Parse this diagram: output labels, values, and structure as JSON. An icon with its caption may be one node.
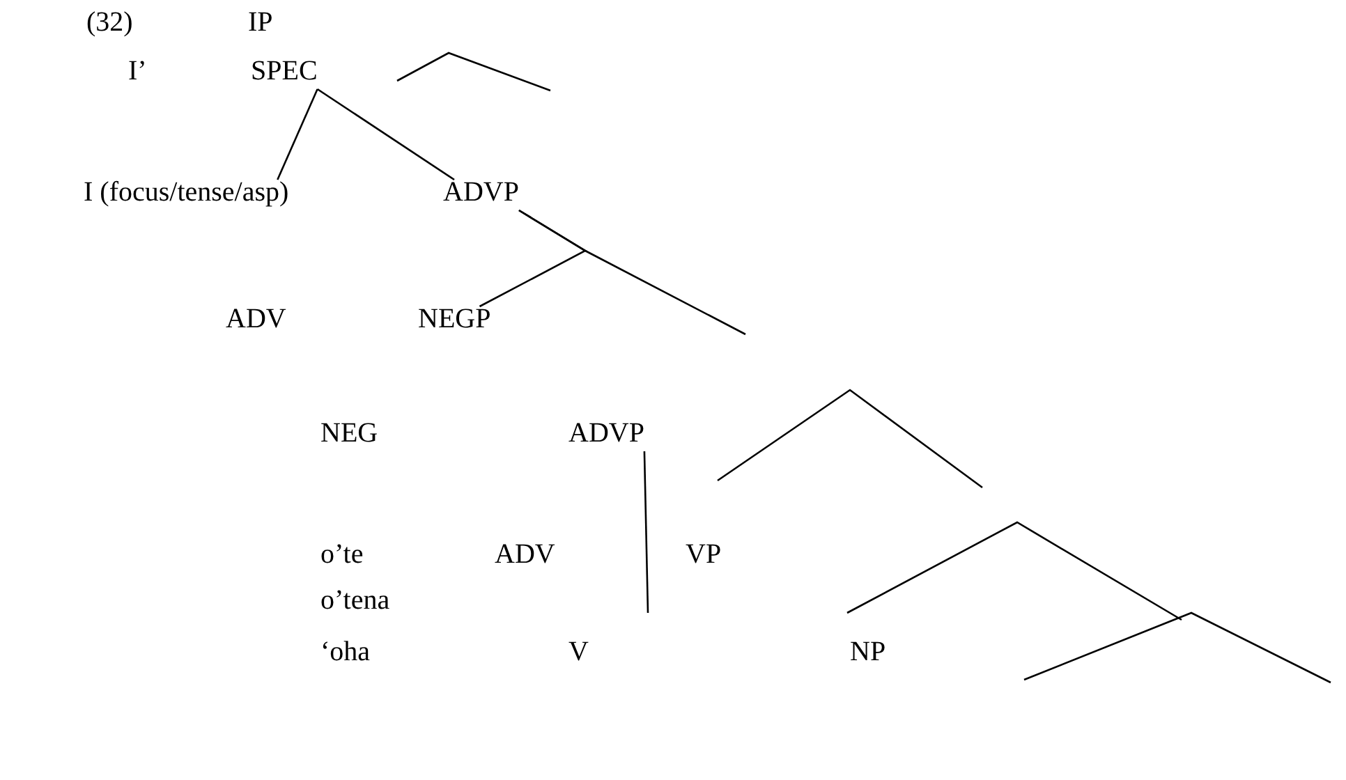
{
  "diagram": {
    "nodes": [
      {
        "text": [
          "IP"
        ]
      },
      {
        "text": [
          "I’"
        ]
      },
      {
        "text": [
          "SPEC"
        ]
      },
      {
        "text": [
          "I (focus/tense/asp)"
        ]
      },
      {
        "text": [
          "ADVP"
        ]
      },
      {
        "text": [
          "ADV"
        ]
      },
      {
        "text": [
          "NEGP"
        ]
      },
      {
        "text": [
          "NEG"
        ]
      },
      {
        "text": [
          "ADVP"
        ]
      },
      {
        "text": [
          "o’te"
        ]
      },
      {
        "text": [
          "ADV"
        ]
      },
      {
        "text": [
          "VP"
        ]
      },
      {
        "text": [
          "o’tena"
        ]
      },
      {
        "text": [
          "‘oha"
        ]
      },
      {
        "text": [
          "V"
        ]
      },
      {
        "text": [
          "NP"
        ]
      }
    ],
    "edges": [
      {
        "from": 2,
        "to": 3,
        "arrow": "none"
      },
      {
        "from": 2,
        "to": 4,
        "arrow": "none"
      },
      {
        "from": 4,
        "to": 6,
        "arrow": "none"
      },
      {
        "from": 4,
        "to": null,
        "arrow": "none"
      },
      {
        "from": 8,
        "to": null,
        "arrow": "none"
      }
    ],
    "labels": [
      "(32)"
    ]
  }
}
